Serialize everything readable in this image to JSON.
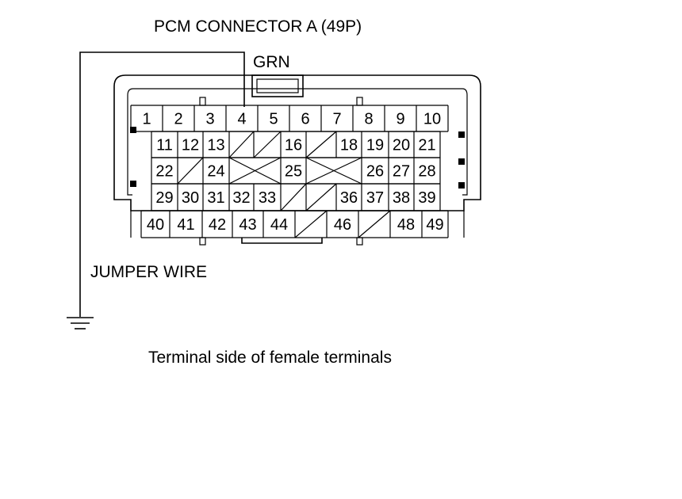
{
  "title": "PCM CONNECTOR A (49P)",
  "wire_color": "GRN",
  "jumper_label": "JUMPER WIRE",
  "caption": "Terminal side of female terminals",
  "connector": {
    "name": "PCM CONNECTOR A",
    "pin_count": 49,
    "rows": [
      {
        "pins": [
          "1",
          "2",
          "3",
          "4",
          "5",
          "6",
          "7",
          "8",
          "9",
          "10"
        ]
      },
      {
        "pins": [
          "11",
          "12",
          "13",
          "16",
          "18",
          "19",
          "20",
          "21"
        ]
      },
      {
        "pins": [
          "22",
          "24",
          "25",
          "26",
          "27",
          "28"
        ]
      },
      {
        "pins": [
          "29",
          "30",
          "31",
          "32",
          "33",
          "36",
          "37",
          "38",
          "39"
        ]
      },
      {
        "pins": [
          "40",
          "41",
          "42",
          "43",
          "44",
          "46",
          "48",
          "49"
        ]
      }
    ],
    "jumpered_pin": "4",
    "wire_destination": "ground"
  },
  "icons": [
    "ground-symbol-icon"
  ]
}
